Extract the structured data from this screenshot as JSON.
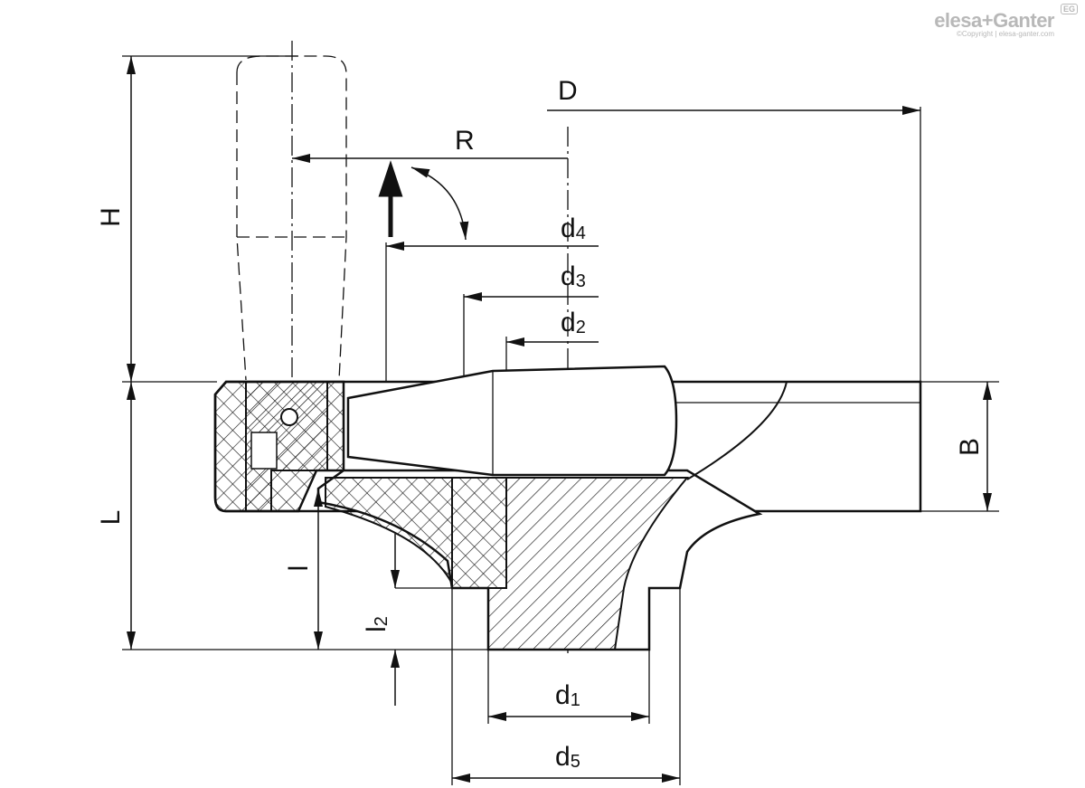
{
  "logo": {
    "brand": "elesa+Ganter",
    "badge": "EG",
    "copyright": "©Copyright | elesa-ganter.com"
  },
  "dimensions": {
    "H": "H",
    "L": "L",
    "R": "R",
    "D": "D",
    "B": "B",
    "d1": "d",
    "d1_sub": "1",
    "d2": "d",
    "d2_sub": "2",
    "d3": "d",
    "d3_sub": "3",
    "d4": "d",
    "d4_sub": "4",
    "d5": "d",
    "d5_sub": "5",
    "l": "l",
    "l2": "l",
    "l2_sub": "2"
  }
}
